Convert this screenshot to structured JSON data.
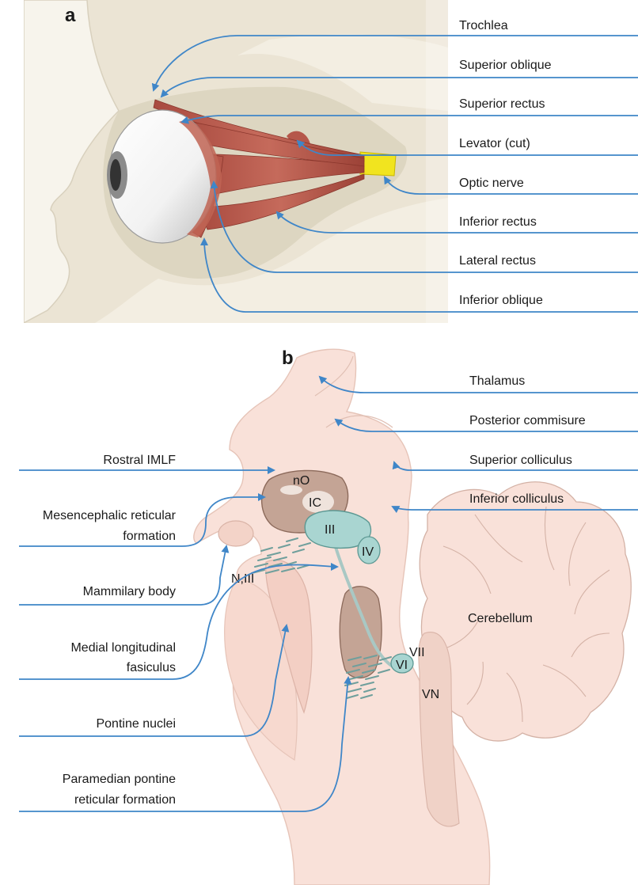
{
  "panel_a": {
    "letter": "a",
    "labels": {
      "trochlea": "Trochlea",
      "superior_oblique": "Superior oblique",
      "superior_rectus": "Superior rectus",
      "levator": "Levator (cut)",
      "optic_nerve": "Optic nerve",
      "inferior_rectus": "Inferior rectus",
      "lateral_rectus": "Lateral rectus",
      "inferior_oblique": "Inferior oblique"
    }
  },
  "panel_b": {
    "letter": "b",
    "labels": {
      "thalamus": "Thalamus",
      "posterior_commisure": "Posterior commisure",
      "superior_colliculus": "Superior colliculus",
      "inferior_colliculus": "Inferior colliculus",
      "rostral_imlf": "Rostral IMLF",
      "mesencephalic_line1": "Mesencephalic reticular",
      "mesencephalic_line2": "formation",
      "mammilary_body": "Mammilary body",
      "mlf_line1": "Medial longitudinal",
      "mlf_line2": "fasiculus",
      "pontine_nuclei": "Pontine nuclei",
      "pprf_line1": "Paramedian pontine",
      "pprf_line2": "reticular formation"
    },
    "structures": {
      "no": "nO",
      "ic": "IC",
      "iii": "III",
      "iv": "IV",
      "n_iii": "N,III",
      "cerebellum": "Cerebellum",
      "vii": "VII",
      "vi": "VI",
      "vn": "VN"
    }
  },
  "colors": {
    "leader": "#3f86c8",
    "skull": "#ece5d6",
    "orbit": "#e1dbc6",
    "muscle": "#b5574a",
    "optic_nerve": "#f1e41f",
    "brainstem": "#f9e1d9",
    "nucleus_brown": "#c4a495",
    "nucleus_teal": "#a9d5d1"
  }
}
